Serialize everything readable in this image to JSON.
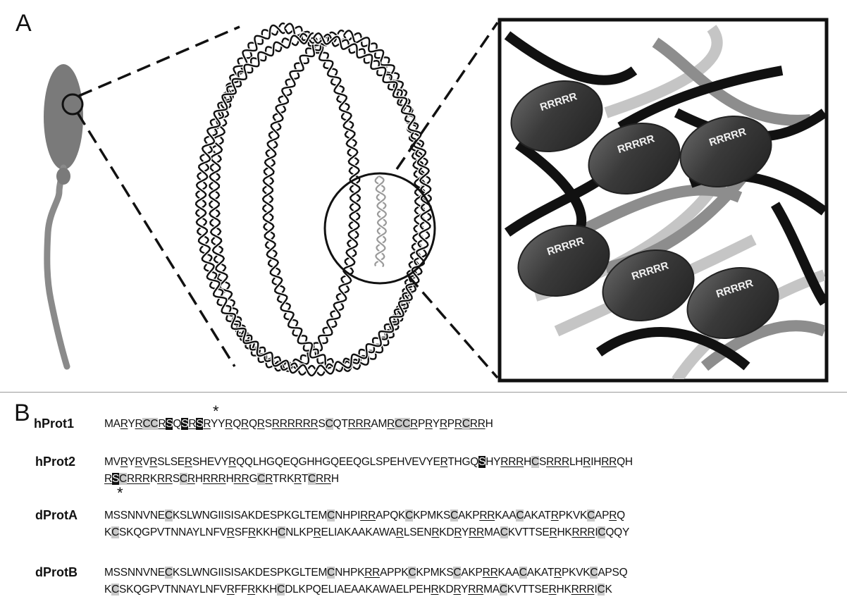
{
  "panel_a": {
    "label": "A",
    "repeat_label": "RRRRR"
  },
  "panel_b": {
    "label": "B",
    "sequences": [
      {
        "name": "hProt1",
        "lines": [
          [
            [
              "MA",
              ""
            ],
            [
              "R",
              "u"
            ],
            [
              "Y",
              ""
            ],
            [
              "R",
              "u"
            ],
            [
              "C",
              "h"
            ],
            [
              "C",
              "h"
            ],
            [
              "R",
              "u"
            ],
            [
              "S",
              "b"
            ],
            [
              "Q",
              ""
            ],
            [
              "S",
              "b"
            ],
            [
              "R",
              "u"
            ],
            [
              "S",
              "b"
            ],
            [
              "R",
              "u"
            ],
            [
              "YY",
              ""
            ],
            [
              "R",
              "u"
            ],
            [
              "Q",
              ""
            ],
            [
              "R",
              "u"
            ],
            [
              "Q",
              ""
            ],
            [
              "R",
              "u"
            ],
            [
              "S",
              ""
            ],
            [
              "RRRRRR",
              "u"
            ],
            [
              "S",
              ""
            ],
            [
              "C",
              "h"
            ],
            [
              "QT",
              ""
            ],
            [
              "RRR",
              "u"
            ],
            [
              "AM",
              ""
            ],
            [
              "R",
              "u"
            ],
            [
              "C",
              "h"
            ],
            [
              "C",
              "h"
            ],
            [
              "R",
              "u"
            ],
            [
              "P",
              ""
            ],
            [
              "R",
              "u"
            ],
            [
              "Y",
              ""
            ],
            [
              "R",
              "u"
            ],
            [
              "P",
              ""
            ],
            [
              "R",
              "u"
            ],
            [
              "C",
              "h"
            ],
            [
              "RR",
              "u"
            ],
            [
              "H",
              ""
            ]
          ]
        ]
      },
      {
        "name": "hProt2",
        "lines": [
          [
            [
              "MV",
              ""
            ],
            [
              "R",
              "u"
            ],
            [
              "Y",
              ""
            ],
            [
              "R",
              "u"
            ],
            [
              "V",
              ""
            ],
            [
              "R",
              "u"
            ],
            [
              "SLSE",
              ""
            ],
            [
              "R",
              "u"
            ],
            [
              "SHEVY",
              ""
            ],
            [
              "R",
              "u"
            ],
            [
              "QQLHGQEQGHHGQEEQGLSPEHVEVYE",
              ""
            ],
            [
              "R",
              "u"
            ],
            [
              "THGQ",
              ""
            ],
            [
              "S",
              "b"
            ],
            [
              "HY",
              ""
            ],
            [
              "RRR",
              "u"
            ],
            [
              "H",
              ""
            ],
            [
              "C",
              "h"
            ],
            [
              "S",
              ""
            ],
            [
              "RRR",
              "u"
            ],
            [
              "LH",
              ""
            ],
            [
              "R",
              "u"
            ],
            [
              "IH",
              ""
            ],
            [
              "RR",
              "u"
            ],
            [
              "QH",
              ""
            ]
          ],
          [
            [
              "R",
              "u"
            ],
            [
              "S",
              "b"
            ],
            [
              "C",
              "h"
            ],
            [
              "RRR",
              "u"
            ],
            [
              "K",
              ""
            ],
            [
              "RR",
              "u"
            ],
            [
              "S",
              ""
            ],
            [
              "C",
              "h"
            ],
            [
              "R",
              "u"
            ],
            [
              "H",
              ""
            ],
            [
              "RRR",
              "u"
            ],
            [
              "H",
              ""
            ],
            [
              "RR",
              "u"
            ],
            [
              "G",
              ""
            ],
            [
              "C",
              "h"
            ],
            [
              "R",
              "u"
            ],
            [
              "TRK",
              ""
            ],
            [
              "R",
              "u"
            ],
            [
              "T",
              ""
            ],
            [
              "C",
              "h"
            ],
            [
              "RR",
              "u"
            ],
            [
              "H",
              ""
            ]
          ]
        ]
      },
      {
        "name": "dProtA",
        "lines": [
          [
            [
              "MSSNNVNE",
              ""
            ],
            [
              "C",
              "h"
            ],
            [
              "KSLWNGIISISAKDESPKGLTEM",
              ""
            ],
            [
              "C",
              "h"
            ],
            [
              "NHPI",
              ""
            ],
            [
              "RR",
              "u"
            ],
            [
              "APQK",
              ""
            ],
            [
              "C",
              "h"
            ],
            [
              "KPMKS",
              ""
            ],
            [
              "C",
              "h"
            ],
            [
              "AKP",
              ""
            ],
            [
              "RR",
              "u"
            ],
            [
              "KAA",
              ""
            ],
            [
              "C",
              "h"
            ],
            [
              "AKAT",
              ""
            ],
            [
              "R",
              "u"
            ],
            [
              "PKVK",
              ""
            ],
            [
              "C",
              "h"
            ],
            [
              "AP",
              ""
            ],
            [
              "R",
              "u"
            ],
            [
              "Q",
              ""
            ]
          ],
          [
            [
              "K",
              ""
            ],
            [
              "C",
              "h"
            ],
            [
              "SKQGPVTNNAYLNFV",
              ""
            ],
            [
              "R",
              "u"
            ],
            [
              "SF",
              ""
            ],
            [
              "R",
              "u"
            ],
            [
              "KKH",
              ""
            ],
            [
              "C",
              "h"
            ],
            [
              "NLKP",
              ""
            ],
            [
              "R",
              "u"
            ],
            [
              "ELIAKAAKAWA",
              ""
            ],
            [
              "R",
              "u"
            ],
            [
              "LSEN",
              ""
            ],
            [
              "R",
              "u"
            ],
            [
              "KD",
              ""
            ],
            [
              "R",
              "u"
            ],
            [
              "Y",
              ""
            ],
            [
              "RR",
              "u"
            ],
            [
              "MA",
              ""
            ],
            [
              "C",
              "h"
            ],
            [
              "KVTTSE",
              ""
            ],
            [
              "R",
              "u"
            ],
            [
              "HK",
              ""
            ],
            [
              "RRR",
              "u"
            ],
            [
              "I",
              ""
            ],
            [
              "C",
              "h"
            ],
            [
              "QQY",
              ""
            ]
          ]
        ]
      },
      {
        "name": "dProtB",
        "lines": [
          [
            [
              "MSSNNVNE",
              ""
            ],
            [
              "C",
              "h"
            ],
            [
              "KSLWNGIISISAKDESPKGLTEM",
              ""
            ],
            [
              "C",
              "h"
            ],
            [
              "NHPK",
              ""
            ],
            [
              "RR",
              "u"
            ],
            [
              "APPK",
              ""
            ],
            [
              "C",
              "h"
            ],
            [
              "KPMKS",
              ""
            ],
            [
              "C",
              "h"
            ],
            [
              "AKP",
              ""
            ],
            [
              "RR",
              "u"
            ],
            [
              "KAA",
              ""
            ],
            [
              "C",
              "h"
            ],
            [
              "AKAT",
              ""
            ],
            [
              "R",
              "u"
            ],
            [
              "PKVK",
              ""
            ],
            [
              "C",
              "h"
            ],
            [
              "APSQ",
              ""
            ]
          ],
          [
            [
              "K",
              ""
            ],
            [
              "C",
              "h"
            ],
            [
              "SKQGPVTNNAYLNFV",
              ""
            ],
            [
              "R",
              "u"
            ],
            [
              "FF",
              ""
            ],
            [
              "R",
              "u"
            ],
            [
              "KKH",
              ""
            ],
            [
              "C",
              "h"
            ],
            [
              "DLKPQELIAEAAKAWAELPEH",
              ""
            ],
            [
              "R",
              "u"
            ],
            [
              "KD",
              ""
            ],
            [
              "R",
              "u"
            ],
            [
              "Y",
              ""
            ],
            [
              "RR",
              "u"
            ],
            [
              "MA",
              ""
            ],
            [
              "C",
              "h"
            ],
            [
              "KVTTSE",
              ""
            ],
            [
              "R",
              "u"
            ],
            [
              "HK",
              ""
            ],
            [
              "RRR",
              "u"
            ],
            [
              "I",
              ""
            ],
            [
              "C",
              "h"
            ],
            [
              "K",
              ""
            ]
          ]
        ]
      }
    ],
    "asterisk": "*"
  }
}
